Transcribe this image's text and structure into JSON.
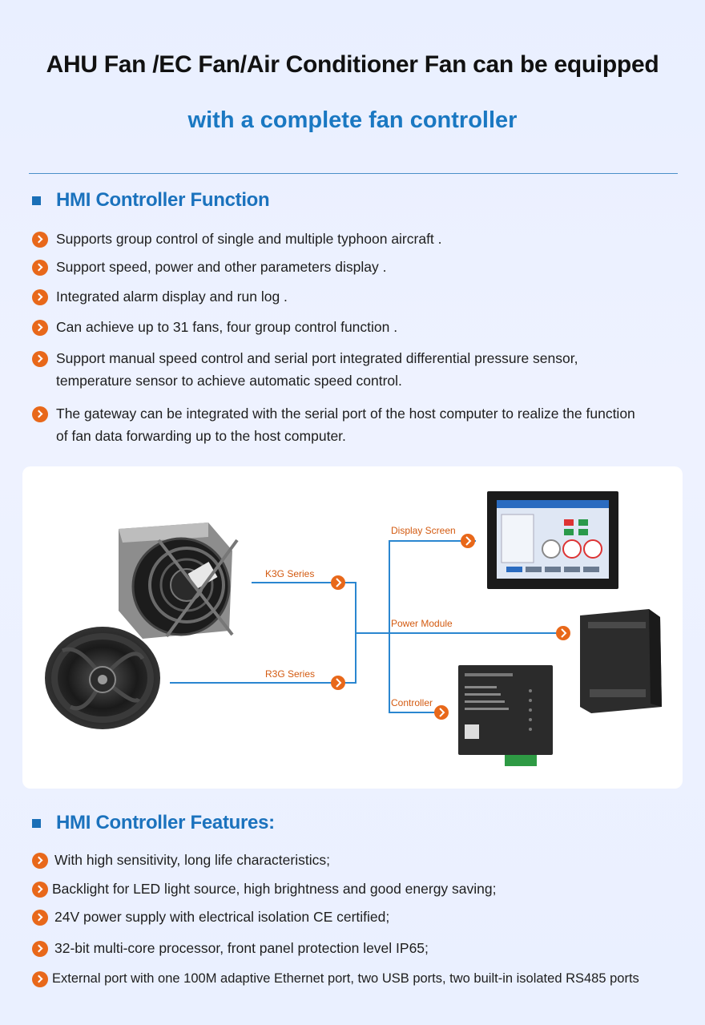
{
  "header": {
    "title_line1": "AHU Fan /EC Fan/Air Conditioner Fan can be equipped",
    "title_line2": "with a complete fan controller"
  },
  "function_section": {
    "heading": "HMI Controller Function",
    "items": [
      "Supports group control of single and multiple typhoon aircraft .",
      "Support speed, power and other parameters display .",
      "Integrated alarm display and run log .",
      "Can achieve up to 31 fans, four group control function .",
      "Support manual speed control and serial port integrated differential pressure sensor, temperature sensor to achieve automatic speed control.",
      "The gateway can be integrated with the serial port of the host computer to realize the function of fan data forwarding up to the host computer."
    ]
  },
  "diagram": {
    "k3g_label": "K3G Series",
    "r3g_label": "R3G Series",
    "display_label": "Display Screen",
    "power_label": "Power Module",
    "controller_label": "Controller"
  },
  "features_section": {
    "heading": "HMI Controller Features:",
    "items": [
      "With high sensitivity, long life characteristics;",
      "Backlight for LED light source, high brightness and good energy saving;",
      "24V power supply with electrical isolation CE certified;",
      "32-bit multi-core processor, front panel protection level IP65;",
      "External port with one 100M adaptive Ethernet port, two USB ports, two built-in isolated RS485 ports"
    ]
  },
  "colors": {
    "accent_blue": "#1a78c2",
    "bullet_orange": "#e8681a",
    "line_blue": "#2a86d0"
  }
}
